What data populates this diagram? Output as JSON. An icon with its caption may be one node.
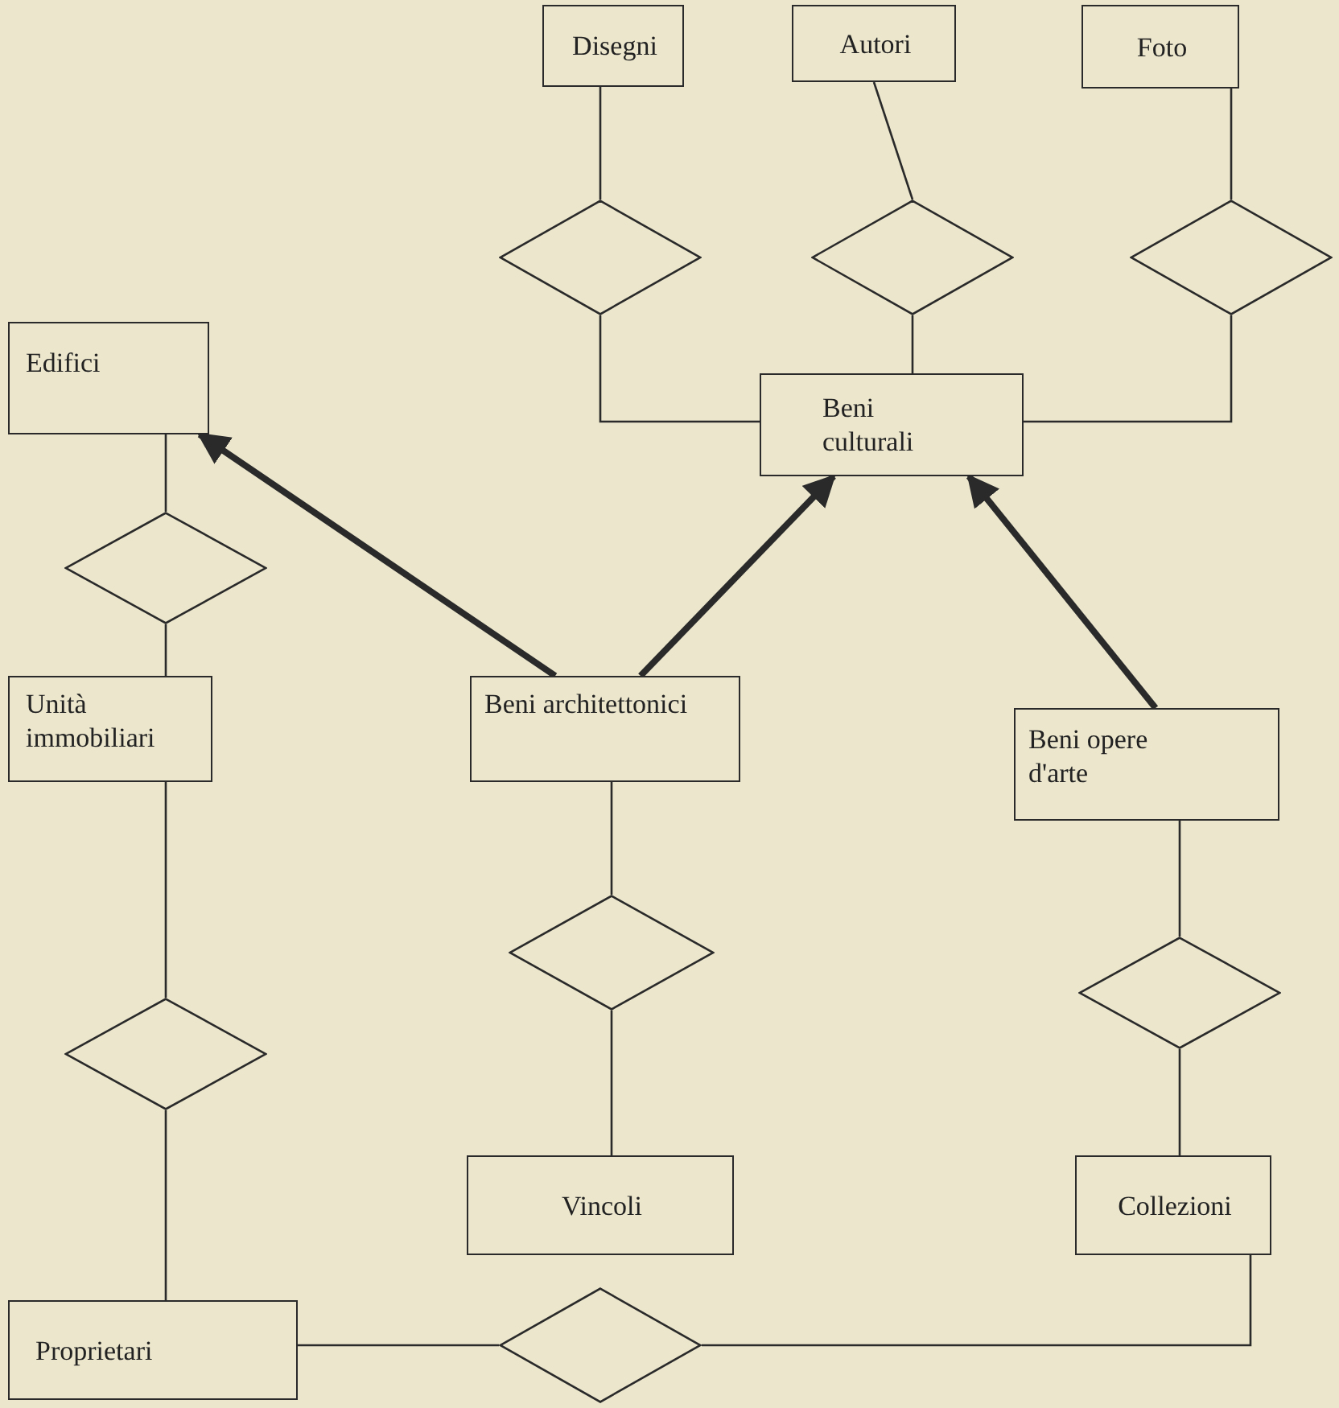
{
  "diagram": {
    "nodes": [
      {
        "text": [
          "Disegni"
        ]
      },
      {
        "text": [
          "Autori"
        ]
      },
      {
        "text": [
          "Foto"
        ]
      },
      {
        "text": [],
        "shape": "diamond"
      },
      {
        "text": [],
        "shape": "diamond"
      },
      {
        "text": [],
        "shape": "diamond"
      },
      {
        "text": [
          "Edifici"
        ]
      },
      {
        "text": [
          "Beni culturali"
        ]
      },
      {
        "text": [],
        "shape": "diamond"
      },
      {
        "text": [
          "Unità immobiliari"
        ]
      },
      {
        "text": [
          "Beni architettonici"
        ]
      },
      {
        "text": [
          "Beni opere d'arte"
        ]
      },
      {
        "text": [],
        "shape": "diamond"
      },
      {
        "text": [],
        "shape": "diamond"
      },
      {
        "text": [],
        "shape": "diamond"
      },
      {
        "text": [
          "Vincoli"
        ]
      },
      {
        "text": [
          "Collezioni"
        ]
      },
      {
        "text": [
          "Proprietari"
        ]
      },
      {
        "text": [],
        "shape": "diamond"
      }
    ],
    "edges": [
      {
        "from": 0,
        "to": 3,
        "arrow": "none"
      },
      {
        "from": 3,
        "to": 7,
        "arrow": "none"
      },
      {
        "from": 1,
        "to": 4,
        "arrow": "none"
      },
      {
        "from": 4,
        "to": 7,
        "arrow": "none"
      },
      {
        "from": 2,
        "to": 5,
        "arrow": "none"
      },
      {
        "from": 5,
        "to": 7,
        "arrow": "none"
      },
      {
        "from": 6,
        "to": 8,
        "arrow": "none"
      },
      {
        "from": 8,
        "to": 9,
        "arrow": "none"
      },
      {
        "from": 10,
        "to": 6,
        "arrow": "to",
        "style": "thick"
      },
      {
        "from": 10,
        "to": 7,
        "arrow": "to",
        "style": "thick"
      },
      {
        "from": 11,
        "to": 7,
        "arrow": "to",
        "style": "thick"
      },
      {
        "from": 10,
        "to": 12,
        "arrow": "none"
      },
      {
        "from": 12,
        "to": 15,
        "arrow": "none"
      },
      {
        "from": 11,
        "to": 13,
        "arrow": "none"
      },
      {
        "from": 13,
        "to": 16,
        "arrow": "none"
      },
      {
        "from": 9,
        "to": 14,
        "arrow": "none"
      },
      {
        "from": 14,
        "to": 17,
        "arrow": "none"
      },
      {
        "from": 17,
        "to": 18,
        "arrow": "none"
      },
      {
        "from": 18,
        "to": 16,
        "arrow": "none"
      }
    ]
  }
}
